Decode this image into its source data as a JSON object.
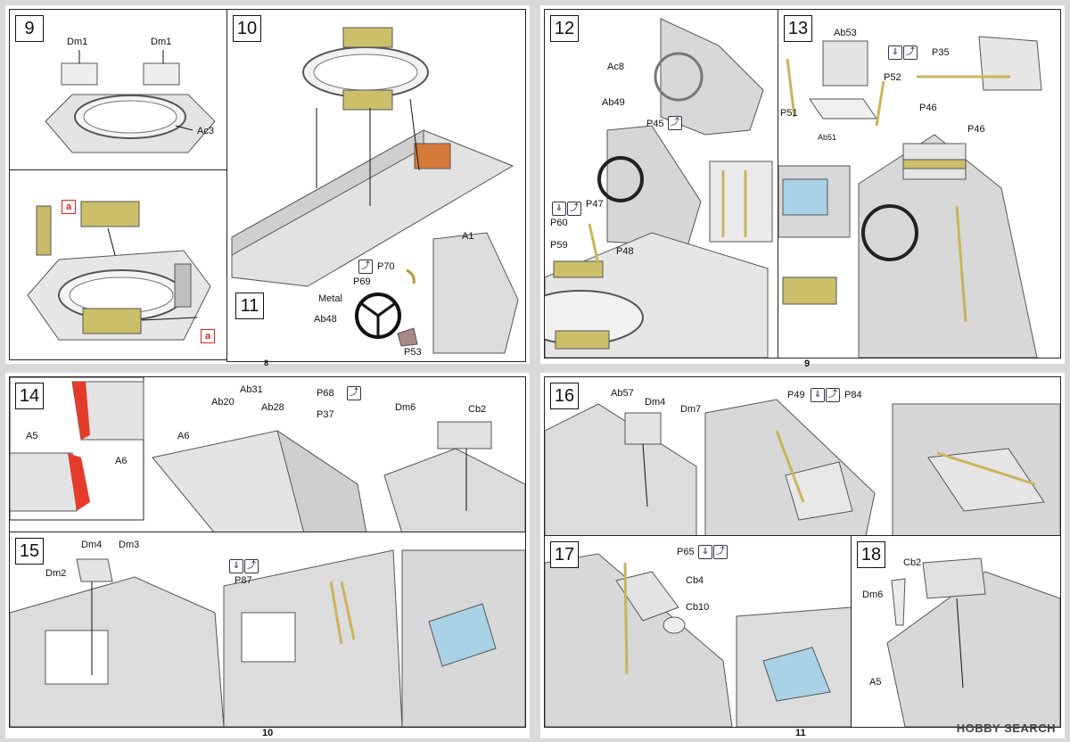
{
  "pages": {
    "top_left": "8",
    "top_right": "9",
    "bottom_left": "10",
    "bottom_right": "11"
  },
  "steps": {
    "s9": {
      "num": "9",
      "labels": [
        "Dm1",
        "Dm1",
        "Ac3"
      ]
    },
    "s9b": {
      "badge": "a"
    },
    "s10": {
      "num": "10"
    },
    "s11": {
      "num": "11",
      "labels": [
        "A1",
        "P70",
        "P69",
        "Metal",
        "Ab48",
        "P53"
      ]
    },
    "s12": {
      "num": "12",
      "labels": [
        "Ac8",
        "Ab49",
        "P45",
        "P47",
        "P60",
        "P59",
        "P48"
      ]
    },
    "s13": {
      "num": "13",
      "labels": [
        "Ab53",
        "P35",
        "P52",
        "P51",
        "P46",
        "P46",
        "Ab51"
      ]
    },
    "s14": {
      "num": "14",
      "labels": [
        "A5",
        "A6",
        "A6",
        "Ab20",
        "Ab31",
        "Ab28",
        "P68",
        "P37",
        "Dm6",
        "Cb2"
      ]
    },
    "s15": {
      "num": "15",
      "labels": [
        "Dm4",
        "Dm3",
        "Dm2",
        "P87"
      ]
    },
    "s16": {
      "num": "16",
      "labels": [
        "Ab57",
        "Dm4",
        "Dm7",
        "P49",
        "P84"
      ]
    },
    "s17": {
      "num": "17",
      "labels": [
        "P65",
        "Cb4",
        "Cb10"
      ]
    },
    "s18": {
      "num": "18",
      "labels": [
        "Cb2",
        "Dm6",
        "A5"
      ]
    }
  },
  "watermark": "HOBBY SEARCH",
  "icons": {
    "bend": "bend-icon",
    "fold": "fold-icon"
  }
}
